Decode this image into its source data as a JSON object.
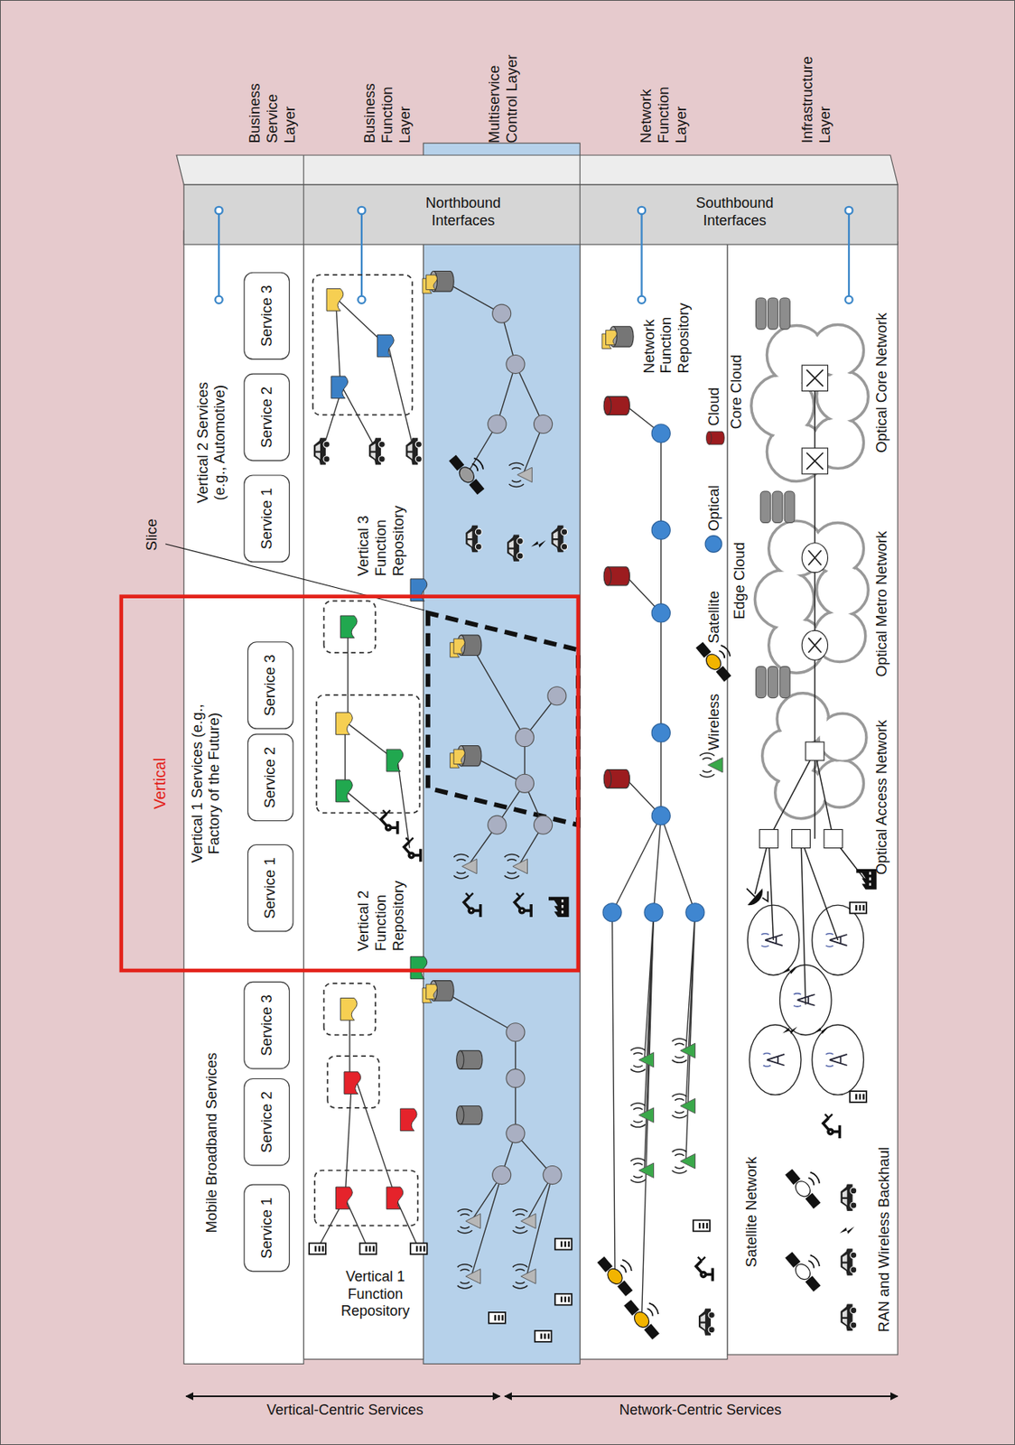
{
  "diagram": {
    "nodes": [
      {
        "text": [
          "Service 1"
        ]
      },
      {
        "text": [
          "Service 2"
        ]
      },
      {
        "text": [
          "Service 3"
        ]
      },
      {
        "text": [
          "Vertical"
        ]
      },
      {
        "text": [
          "Service 1"
        ],
        "in": 3
      },
      {
        "text": [
          "Service 2"
        ],
        "in": 3
      },
      {
        "text": [
          "Service 3"
        ],
        "in": 3
      },
      {
        "text": [
          "Service 1"
        ]
      },
      {
        "text": [
          "Service 2"
        ]
      },
      {
        "text": [
          "Service 3"
        ]
      }
    ],
    "labels": [
      "Business Service Layer",
      "Business Function Layer",
      "Multiservice Control Layer",
      "Network Function Layer",
      "Infrastructure Layer",
      "Northbound Interfaces",
      "Southbound Interfaces",
      "Mobile Broadband Services",
      "Vertical 1 Services (e.g., Factory of the Future)",
      "Vertical 2 Services (e.g., Automotive)",
      "Slice",
      "Vertical 1 Function Repository",
      "Vertical 2 Function Repository",
      "Vertical 3 Function Repository",
      "Network Function Repository",
      "Core Cloud",
      "Edge Cloud",
      "Optical Core Network",
      "Optical Metro Network",
      "Optical Access Network",
      "Satellite Network",
      "RAN and Wireless Backhaul",
      "Vertical-Centric Services",
      "Network-Centric Services"
    ],
    "legend": [
      {
        "text": "Wireless"
      },
      {
        "text": "Satellite"
      },
      {
        "text": "Optical"
      },
      {
        "text": "Cloud"
      }
    ]
  }
}
